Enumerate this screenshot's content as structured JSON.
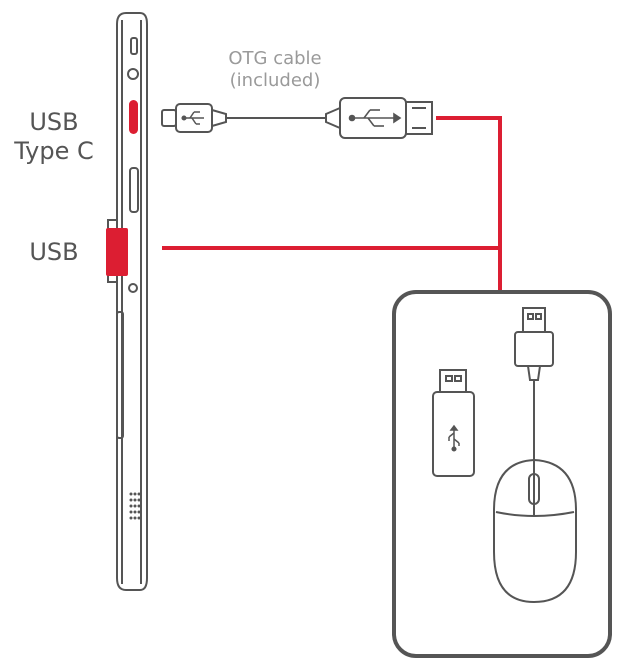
{
  "labels": {
    "usb_type_c_line1": "USB",
    "usb_type_c_line2": "Type C",
    "usb_port": "USB",
    "otg_cable_line1": "OTG cable",
    "otg_cable_line2": "(included)"
  },
  "colors": {
    "accent_red": "#dc1e32",
    "outline": "#555555",
    "outline_light": "#9a9a9a",
    "text": "#555555"
  },
  "icons": {
    "tablet": "tablet-side-view",
    "otg_cable": "otg-cable",
    "usb_symbol": "usb-icon",
    "flash_drive": "usb-flash-drive-icon",
    "mouse": "usb-mouse-icon",
    "usb_plug": "usb-plug-icon"
  }
}
